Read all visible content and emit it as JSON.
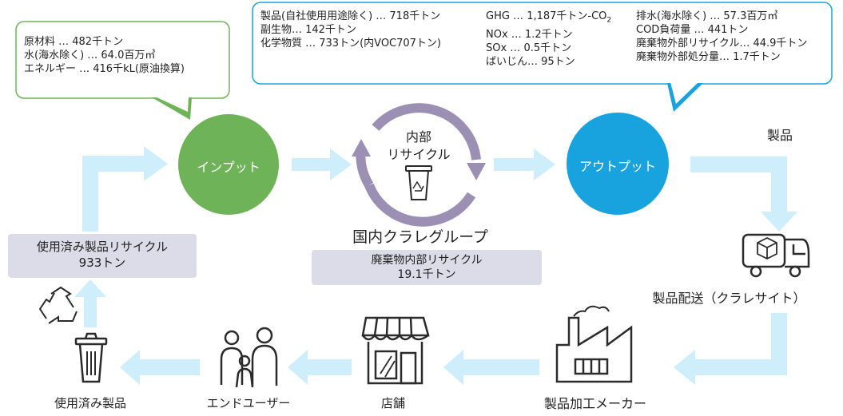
{
  "input_box": {
    "lines": [
      "原材料 … 482千トン",
      "水(海水除く) … 64.0百万㎥",
      "エネルギー … 416千kL(原油換算)"
    ]
  },
  "output_box": {
    "col1": [
      "製品(自社使用用途除く) … 718千トン",
      "副生物… 142千トン",
      "化学物質 … 733トン(内VOC707トン)"
    ],
    "col2_ghg": {
      "prefix": "GHG … 1,187千トン-CO",
      "sub": "2"
    },
    "col2": [
      "NOx … 1.2千トン",
      "SOx … 0.5千トン",
      "ばいじん… 95トン"
    ],
    "col3": [
      "排水(海水除く) … 57.3百万㎥",
      "COD負荷量 … 441トン",
      "廃棄物外部リサイクル… 44.9千トン",
      "廃棄物外部処分量… 1.7千トン"
    ]
  },
  "nodes": {
    "input": "インプット",
    "internal_recycle_line1": "内部",
    "internal_recycle_line2": "リサイクル",
    "output": "アウトプット",
    "group": "国内クラレグループ",
    "group_plate_line1": "廃棄物内部リサイクル",
    "group_plate_line2": "19.1千トン",
    "product": "製品",
    "delivery": "製品配送（クラレサイト）",
    "manufacturer": "製品加工メーカー",
    "store": "店舗",
    "end_user": "エンドユーザー",
    "used_product": "使用済み製品",
    "recycle_plate_line1": "使用済み製品リサイクル",
    "recycle_plate_line2": "933トン"
  },
  "colors": {
    "input_green": "#6fb358",
    "output_blue": "#19a3de",
    "arrow_light_blue": "#cdeefa",
    "cycle_purple": "#9b8fb4",
    "plate_lavender": "#dcdbe8",
    "input_border": "#6fb358",
    "output_border": "#19a3de",
    "icon_dark": "#2b2b2b"
  }
}
